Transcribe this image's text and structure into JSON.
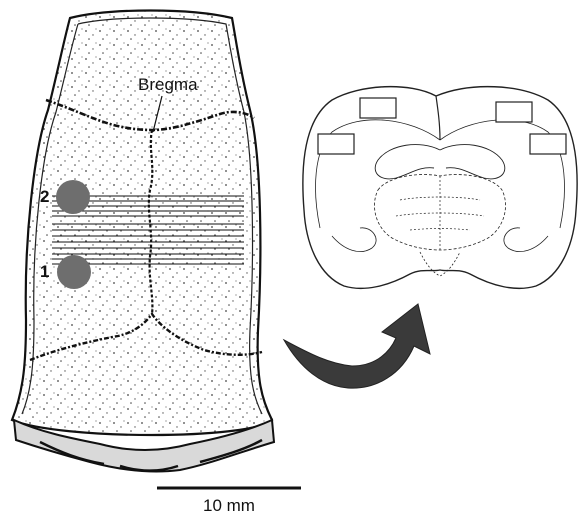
{
  "labels": {
    "bregma": "Bregma",
    "site_1": "1",
    "site_2": "2",
    "scale_bar": "10 mm"
  },
  "colors": {
    "stimulation_site": "#6e6e6e",
    "arrow": "#3a3a3a",
    "line": "#111111"
  },
  "icons": {
    "curved_arrow": "curved-arrow-icon"
  }
}
